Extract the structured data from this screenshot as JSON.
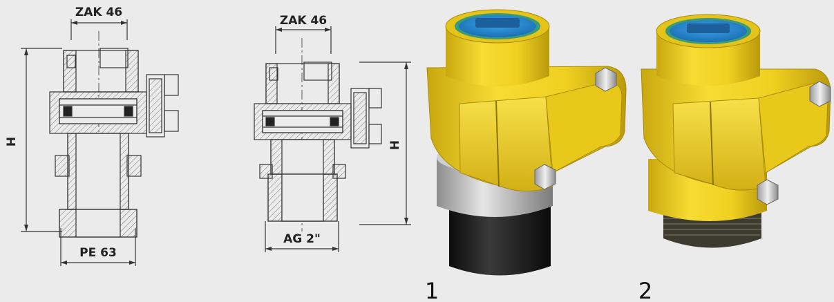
{
  "drawing_1": {
    "top_dimension": "ZAK 46",
    "height_label": "H",
    "bottom_dimension": "PE 63"
  },
  "drawing_2": {
    "top_dimension": "ZAK 46",
    "height_label": "H",
    "bottom_dimension": "AG 2\""
  },
  "photos": {
    "item_1_number": "1",
    "item_2_number": "2"
  },
  "colors": {
    "background": "#ebebeb",
    "line": "#333333",
    "hatch": "#777777",
    "body_yellow": "#f1d223",
    "cap_blue": "#2a8fd6",
    "pipe_black": "#1c1c1c",
    "ring_silver": "#b8b8b8"
  }
}
